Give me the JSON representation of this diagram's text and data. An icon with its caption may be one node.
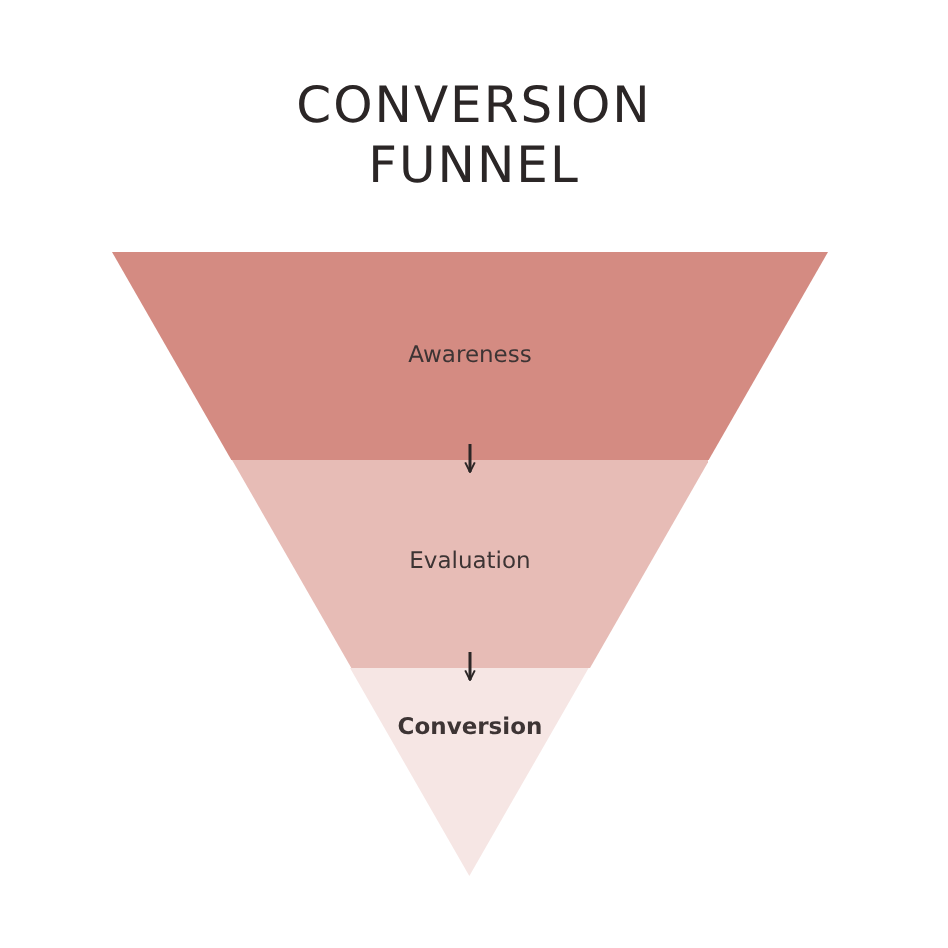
{
  "diagram": {
    "title": "CONVERSION FUNNEL",
    "nodes": [
      {
        "text": [
          "Awareness"
        ]
      },
      {
        "text": [
          "Evaluation"
        ]
      },
      {
        "text": [
          "Conversion"
        ]
      }
    ],
    "edges": [
      {
        "from": 0,
        "to": 1,
        "arrow": "to"
      },
      {
        "from": 1,
        "to": 2,
        "arrow": "to"
      }
    ]
  }
}
